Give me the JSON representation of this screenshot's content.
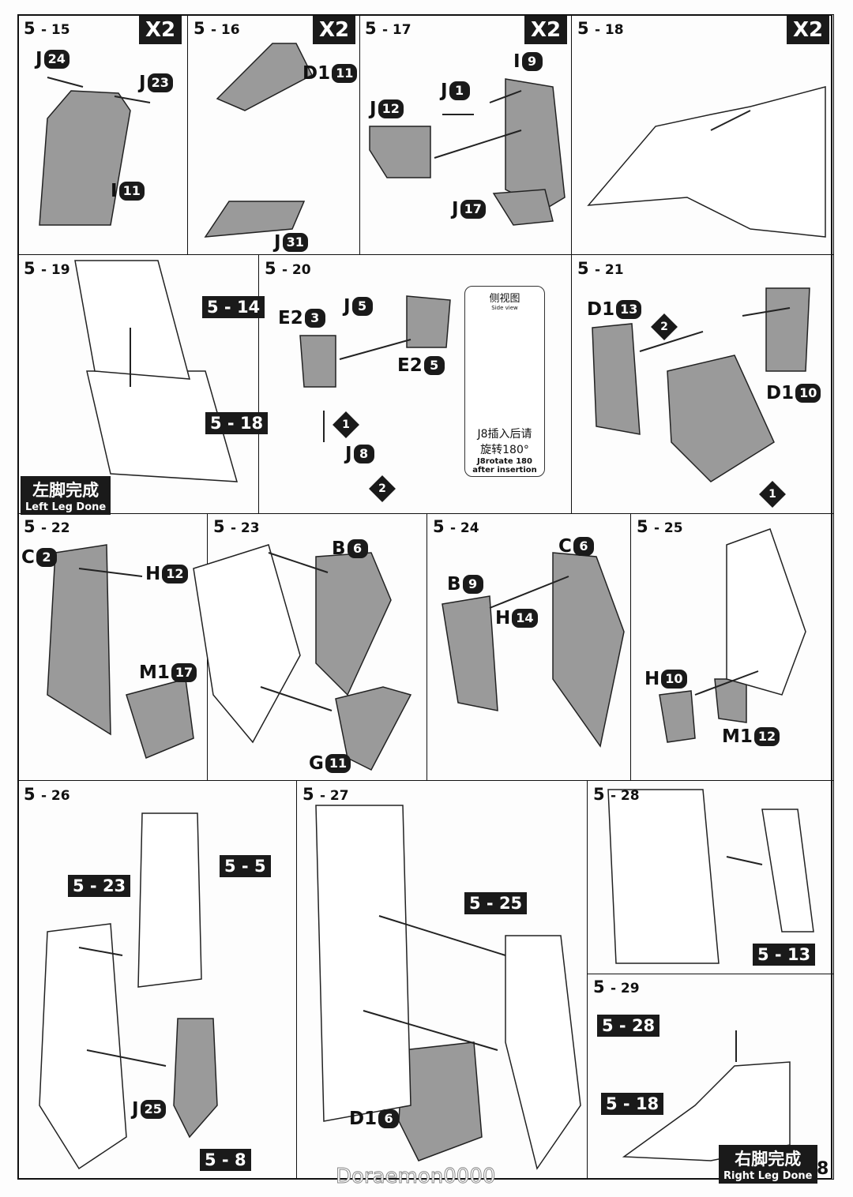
{
  "page_number": "8",
  "watermark": "Doraemon0000",
  "multiplier": "X2",
  "steps": {
    "s15": {
      "label": "5",
      "sub": "- 15",
      "parts": [
        {
          "p": "J",
          "n": "24"
        },
        {
          "p": "J",
          "n": "23"
        },
        {
          "p": "I",
          "n": "11"
        }
      ]
    },
    "s16": {
      "label": "5",
      "sub": "- 16",
      "parts": [
        {
          "p": "D1",
          "n": "11"
        },
        {
          "p": "J",
          "n": "31"
        }
      ]
    },
    "s17": {
      "label": "5",
      "sub": "- 17",
      "parts": [
        {
          "p": "J",
          "n": "1"
        },
        {
          "p": "I",
          "n": "9"
        },
        {
          "p": "J",
          "n": "12"
        },
        {
          "p": "J",
          "n": "17"
        }
      ]
    },
    "s18": {
      "label": "5",
      "sub": "- 18"
    },
    "s19": {
      "label": "5",
      "sub": "- 19",
      "refs": [
        "5 - 14",
        "5 - 18"
      ],
      "banner_cn": "左脚完成",
      "banner_en": "Left Leg Done"
    },
    "s20": {
      "label": "5",
      "sub": "- 20",
      "parts": [
        {
          "p": "E2",
          "n": "3"
        },
        {
          "p": "J",
          "n": "5"
        },
        {
          "p": "E2",
          "n": "5"
        },
        {
          "p": "J",
          "n": "8"
        }
      ],
      "badges": [
        "1",
        "2"
      ],
      "side_view": {
        "title_cn": "侧视图",
        "title_en": "Side view",
        "note_cn_1": "J8插入后请",
        "note_cn_2": "旋转180°",
        "note_en_1": "J8rotate 180",
        "note_en_2": "after insertion"
      }
    },
    "s21": {
      "label": "5",
      "sub": "- 21",
      "parts": [
        {
          "p": "D1",
          "n": "13"
        },
        {
          "p": "D1",
          "n": "10"
        }
      ],
      "badges": [
        "2",
        "1"
      ]
    },
    "s22": {
      "label": "5",
      "sub": "- 22",
      "parts": [
        {
          "p": "C",
          "n": "2"
        },
        {
          "p": "H",
          "n": "12"
        },
        {
          "p": "M1",
          "n": "17"
        }
      ]
    },
    "s23": {
      "label": "5",
      "sub": "- 23",
      "parts": [
        {
          "p": "B",
          "n": "6"
        },
        {
          "p": "G",
          "n": "11"
        }
      ]
    },
    "s24": {
      "label": "5",
      "sub": "- 24",
      "parts": [
        {
          "p": "C",
          "n": "6"
        },
        {
          "p": "B",
          "n": "9"
        },
        {
          "p": "H",
          "n": "14"
        }
      ]
    },
    "s25": {
      "label": "5",
      "sub": "- 25",
      "parts": [
        {
          "p": "H",
          "n": "10"
        },
        {
          "p": "M1",
          "n": "12"
        }
      ]
    },
    "s26": {
      "label": "5",
      "sub": "- 26",
      "refs": [
        "5 - 5",
        "5 - 23",
        "5 - 8"
      ],
      "parts": [
        {
          "p": "J",
          "n": "25"
        }
      ]
    },
    "s27": {
      "label": "5",
      "sub": "- 27",
      "refs": [
        "5 - 25"
      ],
      "parts": [
        {
          "p": "D1",
          "n": "6"
        }
      ]
    },
    "s28": {
      "label": "5",
      "sub": "- 28",
      "refs": [
        "5 - 13"
      ]
    },
    "s29": {
      "label": "5",
      "sub": "- 29",
      "refs": [
        "5 - 28",
        "5 - 18"
      ],
      "banner_cn": "右脚完成",
      "banner_en": "Right Leg Done"
    }
  }
}
